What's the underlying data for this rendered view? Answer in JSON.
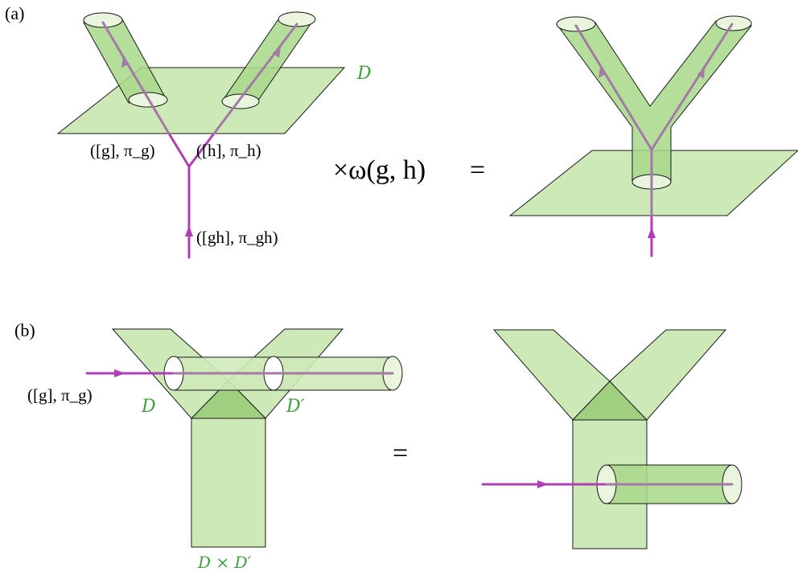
{
  "panels": {
    "a": {
      "label": "(a)"
    },
    "b": {
      "label": "(b)"
    }
  },
  "labels": {
    "defect_D": "D",
    "defect_Dprime": "D′",
    "defect_product": "D × D′",
    "g_pi_g": "([g], π_g)",
    "h_pi_h": "([h], π_h)",
    "gh_pi_gh": "([gh], π_gh)",
    "b_g_pi_g": "([g], π_g)",
    "times_omega": "×ω(g, h)",
    "equals_a": "=",
    "equals_b": "="
  },
  "colors": {
    "sheet": "#cde9b8",
    "tube": "#a8d88a",
    "worldline": "#b03fb7",
    "worldline_faded": "#a37aa5",
    "defect_label": "#3aa33a"
  }
}
